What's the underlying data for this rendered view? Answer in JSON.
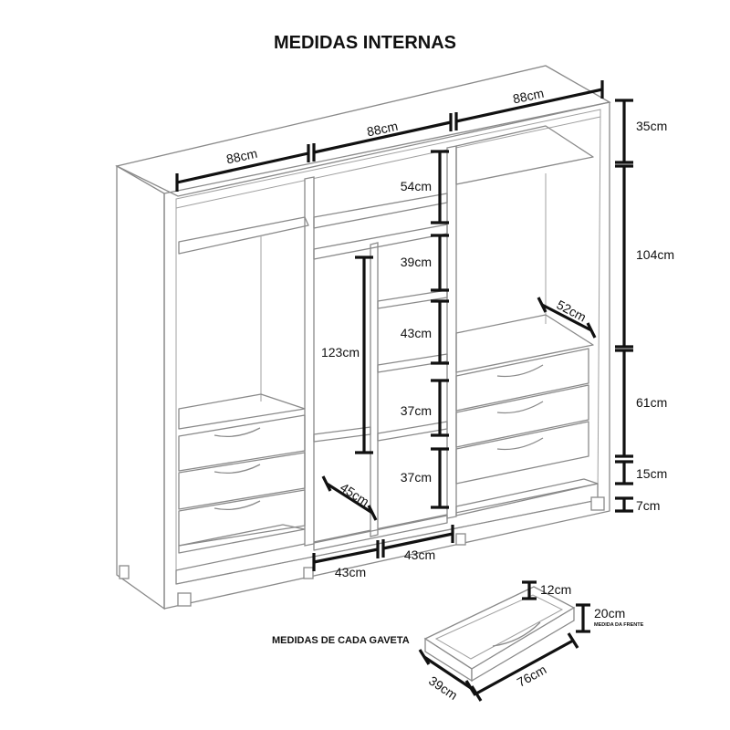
{
  "title": "MEDIDAS INTERNAS",
  "drawer_caption": "MEDIDAS DE CADA GAVETA",
  "front_note": "MEDIDA DA FRENTE",
  "colors": {
    "line": "#8a8a8a",
    "dimension": "#111111",
    "background": "#ffffff"
  },
  "labels": {
    "top_left": "88cm",
    "top_middle": "88cm",
    "top_right": "88cm",
    "upper_shelf_height": "35cm",
    "hanging_height": "104cm",
    "drawer_block_height": "61cm",
    "under_drawer_height": "15cm",
    "base_height": "7cm",
    "middle_top_niche": "54cm",
    "shelf_1": "39cm",
    "shelf_2": "43cm",
    "shelf_3": "37cm",
    "shelf_4": "37cm",
    "middle_hanging": "123cm",
    "depth_middle": "45cm",
    "depth_right": "52cm",
    "bottom_left": "43cm",
    "bottom_right": "43cm",
    "drawer_height_back": "12cm",
    "drawer_height_front": "20cm",
    "drawer_depth": "39cm",
    "drawer_width": "76cm"
  }
}
